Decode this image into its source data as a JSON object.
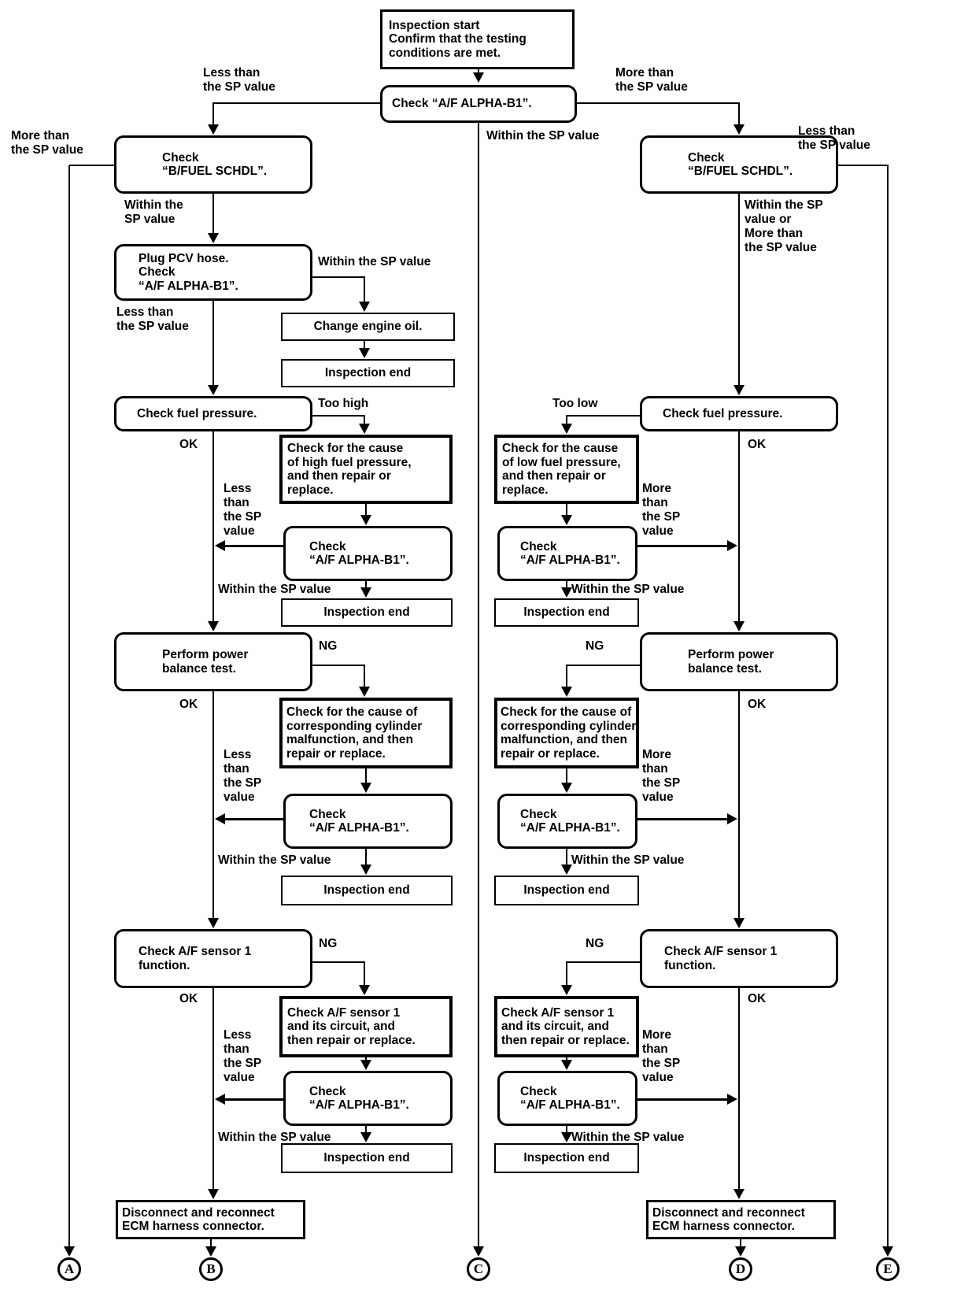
{
  "diagram": {
    "boxes": [
      {
        "id": "inspection-start",
        "lines": [
          "Inspection start",
          "Confirm that the testing",
          "conditions are met."
        ]
      },
      {
        "id": "check-af-top",
        "lines": [
          "Check “A/F ALPHA-B1”."
        ]
      },
      {
        "id": "bfuel-left",
        "lines": [
          "Check",
          "“B/FUEL SCHDL”."
        ]
      },
      {
        "id": "bfuel-right",
        "lines": [
          "Check",
          "“B/FUEL SCHDL”."
        ]
      },
      {
        "id": "plug-pcv",
        "lines": [
          "Plug PCV hose.",
          "Check",
          "“A/F ALPHA-B1”."
        ]
      },
      {
        "id": "change-oil",
        "lines": [
          "Change engine oil."
        ]
      },
      {
        "id": "insp-end-oil",
        "lines": [
          "Inspection end"
        ]
      },
      {
        "id": "fuel-left",
        "lines": [
          "Check fuel pressure."
        ]
      },
      {
        "id": "cause-high",
        "lines": [
          "Check for the cause",
          "of high fuel pressure,",
          "and then repair or",
          "replace."
        ]
      },
      {
        "id": "check-af-l1",
        "lines": [
          "Check",
          "“A/F ALPHA-B1”."
        ]
      },
      {
        "id": "insp-end-l1",
        "lines": [
          "Inspection end"
        ]
      },
      {
        "id": "power-left",
        "lines": [
          "Perform power",
          "balance test."
        ]
      },
      {
        "id": "cause-cyl-left",
        "lines": [
          "Check for the cause of",
          "corresponding cylinder",
          "malfunction, and then",
          "repair or replace."
        ]
      },
      {
        "id": "check-af-l2",
        "lines": [
          "Check",
          "“A/F ALPHA-B1”."
        ]
      },
      {
        "id": "insp-end-l2",
        "lines": [
          "Inspection end"
        ]
      },
      {
        "id": "af-sensor-left",
        "lines": [
          "Check A/F sensor 1",
          "function."
        ]
      },
      {
        "id": "sensor-circ-left",
        "lines": [
          "Check A/F sensor 1",
          "and its circuit, and",
          "then repair or replace."
        ]
      },
      {
        "id": "check-af-l3",
        "lines": [
          "Check",
          "“A/F ALPHA-B1”."
        ]
      },
      {
        "id": "insp-end-l3",
        "lines": [
          "Inspection end"
        ]
      },
      {
        "id": "ecm-left",
        "lines": [
          "Disconnect and reconnect",
          "ECM harness connector."
        ]
      },
      {
        "id": "fuel-right",
        "lines": [
          "Check fuel pressure."
        ]
      },
      {
        "id": "cause-low",
        "lines": [
          "Check for the cause",
          "of low fuel pressure,",
          "and then repair or",
          "replace."
        ]
      },
      {
        "id": "check-af-r1",
        "lines": [
          "Check",
          "“A/F ALPHA-B1”."
        ]
      },
      {
        "id": "insp-end-r1",
        "lines": [
          "Inspection end"
        ]
      },
      {
        "id": "power-right",
        "lines": [
          "Perform power",
          "balance test."
        ]
      },
      {
        "id": "cause-cyl-right",
        "lines": [
          "Check for the cause of",
          "corresponding cylinder",
          "malfunction, and then",
          "repair or replace."
        ]
      },
      {
        "id": "check-af-r2",
        "lines": [
          "Check",
          "“A/F ALPHA-B1”."
        ]
      },
      {
        "id": "insp-end-r2",
        "lines": [
          "Inspection end"
        ]
      },
      {
        "id": "af-sensor-right",
        "lines": [
          "Check A/F sensor 1",
          "function."
        ]
      },
      {
        "id": "sensor-circ-right",
        "lines": [
          "Check A/F sensor 1",
          "and its circuit, and",
          "then repair or replace."
        ]
      },
      {
        "id": "check-af-r3",
        "lines": [
          "Check",
          "“A/F ALPHA-B1”."
        ]
      },
      {
        "id": "insp-end-r3",
        "lines": [
          "Inspection end"
        ]
      },
      {
        "id": "ecm-right",
        "lines": [
          "Disconnect and reconnect",
          "ECM harness connector."
        ]
      }
    ],
    "labels": [
      {
        "id": "branch-less-top",
        "lines": [
          "Less than",
          "the SP value"
        ]
      },
      {
        "id": "branch-more-top",
        "lines": [
          "More than",
          "the SP value"
        ]
      },
      {
        "id": "within-center",
        "lines": [
          "Within the SP value"
        ]
      },
      {
        "id": "more-left-edge",
        "lines": [
          "More than",
          "the SP value"
        ]
      },
      {
        "id": "less-right-edge",
        "lines": [
          "Less than",
          "the SP value"
        ]
      },
      {
        "id": "within-bfuel-left",
        "lines": [
          "Within the",
          "SP value"
        ]
      },
      {
        "id": "within-or-right",
        "lines": [
          "Within the SP",
          "value or",
          "More than",
          "the SP value"
        ]
      },
      {
        "id": "within-pcv",
        "lines": [
          "Within the SP value"
        ]
      },
      {
        "id": "less-pcv",
        "lines": [
          "Less than",
          "the SP value"
        ]
      },
      {
        "id": "too-high",
        "lines": [
          "Too high"
        ]
      },
      {
        "id": "too-low",
        "lines": [
          "Too low"
        ]
      },
      {
        "id": "ok-fuel-left",
        "lines": [
          "OK"
        ]
      },
      {
        "id": "ok-fuel-right",
        "lines": [
          "OK"
        ]
      },
      {
        "id": "less-merge-1",
        "lines": [
          "Less",
          "than",
          "the SP",
          "value"
        ]
      },
      {
        "id": "more-merge-1",
        "lines": [
          "More",
          "than",
          "the SP",
          "value"
        ]
      },
      {
        "id": "within-merge-1l",
        "lines": [
          "Within the SP value"
        ]
      },
      {
        "id": "within-merge-1r",
        "lines": [
          "Within the SP value"
        ]
      },
      {
        "id": "ng-left-1",
        "lines": [
          "NG"
        ]
      },
      {
        "id": "ng-right-1",
        "lines": [
          "NG"
        ]
      },
      {
        "id": "ok-pb-left",
        "lines": [
          "OK"
        ]
      },
      {
        "id": "ok-pb-right",
        "lines": [
          "OK"
        ]
      },
      {
        "id": "less-merge-2",
        "lines": [
          "Less",
          "than",
          "the SP",
          "value"
        ]
      },
      {
        "id": "more-merge-2",
        "lines": [
          "More",
          "than",
          "the SP",
          "value"
        ]
      },
      {
        "id": "within-merge-2l",
        "lines": [
          "Within the SP value"
        ]
      },
      {
        "id": "within-merge-2r",
        "lines": [
          "Within the SP value"
        ]
      },
      {
        "id": "ng-left-2",
        "lines": [
          "NG"
        ]
      },
      {
        "id": "ng-right-2",
        "lines": [
          "NG"
        ]
      },
      {
        "id": "ok-sensor-left",
        "lines": [
          "OK"
        ]
      },
      {
        "id": "ok-sensor-right",
        "lines": [
          "OK"
        ]
      },
      {
        "id": "less-merge-3",
        "lines": [
          "Less",
          "than",
          "the SP",
          "value"
        ]
      },
      {
        "id": "more-merge-3",
        "lines": [
          "More",
          "than",
          "the SP",
          "value"
        ]
      },
      {
        "id": "within-merge-3l",
        "lines": [
          "Within the SP value"
        ]
      },
      {
        "id": "within-merge-3r",
        "lines": [
          "Within the SP value"
        ]
      }
    ],
    "connectors": [
      {
        "id": "a",
        "letter": "A"
      },
      {
        "id": "b",
        "letter": "B"
      },
      {
        "id": "c",
        "letter": "C"
      },
      {
        "id": "d",
        "letter": "D"
      },
      {
        "id": "e",
        "letter": "E"
      }
    ]
  }
}
